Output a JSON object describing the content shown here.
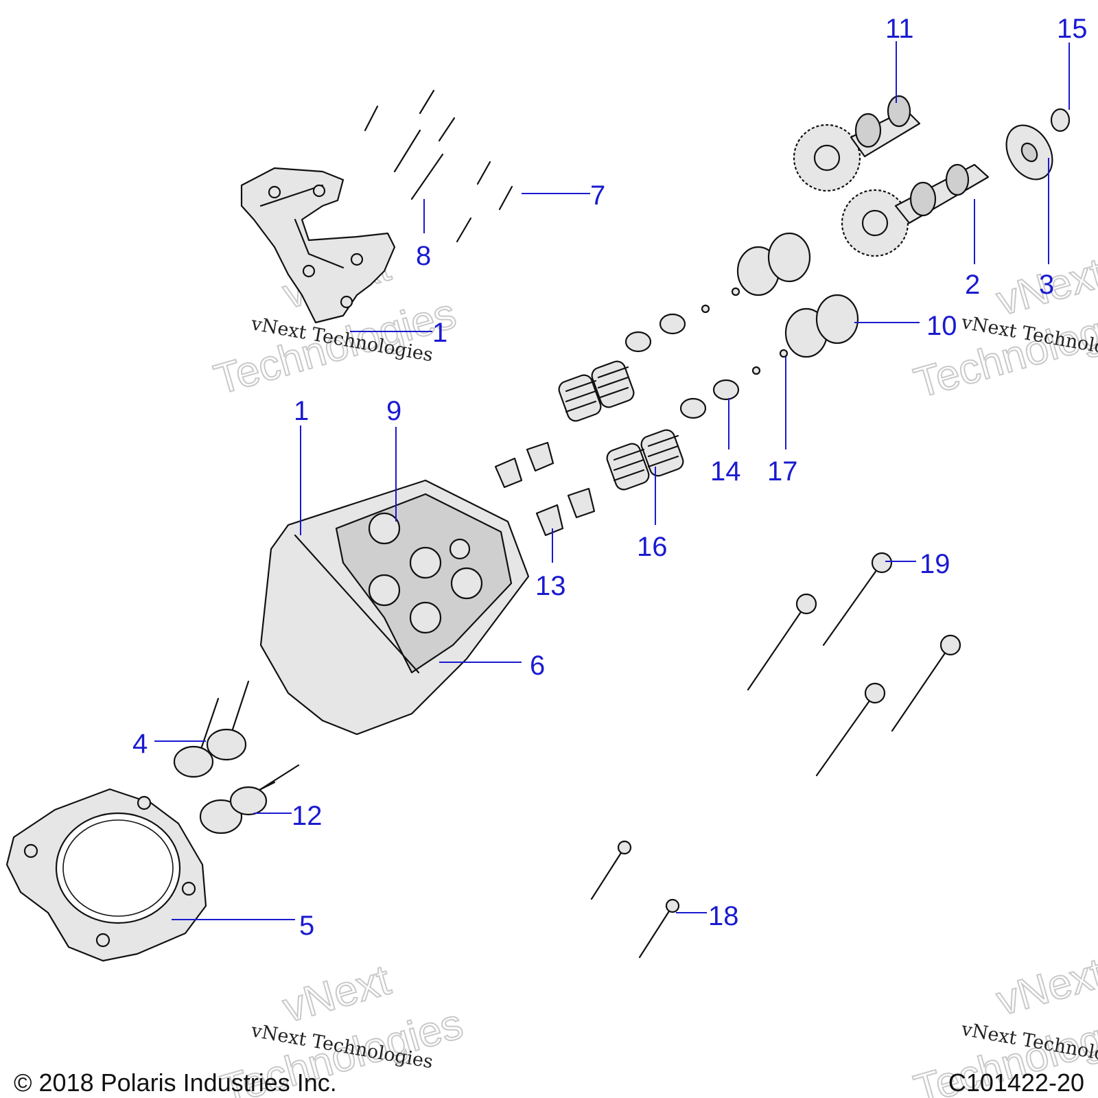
{
  "callouts": [
    {
      "label": "1"
    },
    {
      "label": "1"
    },
    {
      "label": "2"
    },
    {
      "label": "3"
    },
    {
      "label": "4"
    },
    {
      "label": "5"
    },
    {
      "label": "6"
    },
    {
      "label": "7"
    },
    {
      "label": "8"
    },
    {
      "label": "9"
    },
    {
      "label": "10"
    },
    {
      "label": "11"
    },
    {
      "label": "12"
    },
    {
      "label": "13"
    },
    {
      "label": "14"
    },
    {
      "label": "15"
    },
    {
      "label": "16"
    },
    {
      "label": "17"
    },
    {
      "label": "18"
    },
    {
      "label": "19"
    }
  ],
  "watermark": {
    "serif_text": "vNext Technologies",
    "outline_line1": "vNext",
    "outline_line2": "Technologies"
  },
  "footer": {
    "copyright": "© 2018 Polaris Industries Inc.",
    "code": "C101422-20"
  },
  "colors": {
    "callout": "#1a1ad1",
    "line_art": "#111111"
  }
}
